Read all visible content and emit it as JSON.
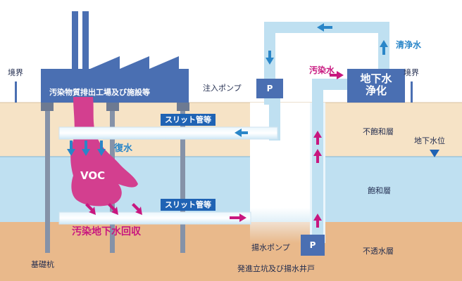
{
  "colors": {
    "ground_top": "#f6e3c6",
    "ground_mid": "#bfe0f1",
    "ground_bottom": "#e9b98b",
    "structure": "#4a6fb2",
    "contaminant": "#d33f8f",
    "clean_water": "#2a86c8",
    "slit_tag": "#1f63b4"
  },
  "labels": {
    "boundary_left": "境界",
    "boundary_right": "境界",
    "factory": "汚染物質排出工場及び施設等",
    "injection_pump": "注入ポンプ",
    "pump_symbol": "P",
    "contaminated_water": "汚染水",
    "purification": "地下水浄化",
    "clean_water": "清浄水",
    "slit_upper": "スリット管等",
    "slit_lower": "スリット管等",
    "recharge": "復水",
    "voc": "VOC",
    "recovery": "汚染地下水回収",
    "unsaturated_layer": "不飽和層",
    "groundwater_level": "地下水位",
    "saturated_layer": "飽和層",
    "impermeable_layer": "不透水層",
    "lifting_pump": "揚水ポンプ",
    "shaft": "発進立坑及び揚水井戸",
    "foundation_pile": "基礎杭"
  }
}
